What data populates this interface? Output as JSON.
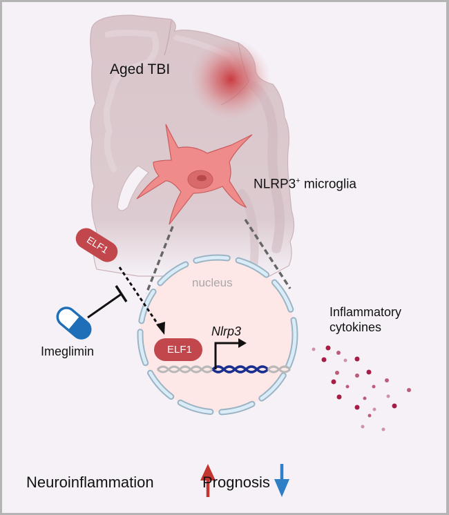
{
  "figure": {
    "title": "Aged TBI",
    "cell_label": "NLRP3",
    "cell_label_sup": "+",
    "cell_label_suffix": " microglia",
    "nucleus_label": "nucleus",
    "tf_label": "ELF1",
    "tf_label_bound": "ELF1",
    "gene_label": "Nlrp3",
    "drug_label": "Imeglimin",
    "cytokines_label_line1": "Inflammatory",
    "cytokines_label_line2": "cytokines"
  },
  "outcomes": [
    {
      "label": "Neuroinflammation",
      "direction": "up",
      "color": "#c23530"
    },
    {
      "label": "Prognosis",
      "direction": "down",
      "color": "#2f7fc7"
    }
  ],
  "colors": {
    "background": "#f5f1f7",
    "border": "#b4b4b4",
    "brain": "#dcc9ce",
    "lesion": "#c8343a",
    "microglia": "#ee8a89",
    "elf1": "#c2474c",
    "nucleus_fill": "#fde7e7",
    "nuclear_envelope": "#d5e8f4",
    "dna_active": "#1b2f8f",
    "dna_inactive": "#b8b8b8",
    "pill": "#1e6fb8",
    "cytokine": "#a51d45"
  }
}
